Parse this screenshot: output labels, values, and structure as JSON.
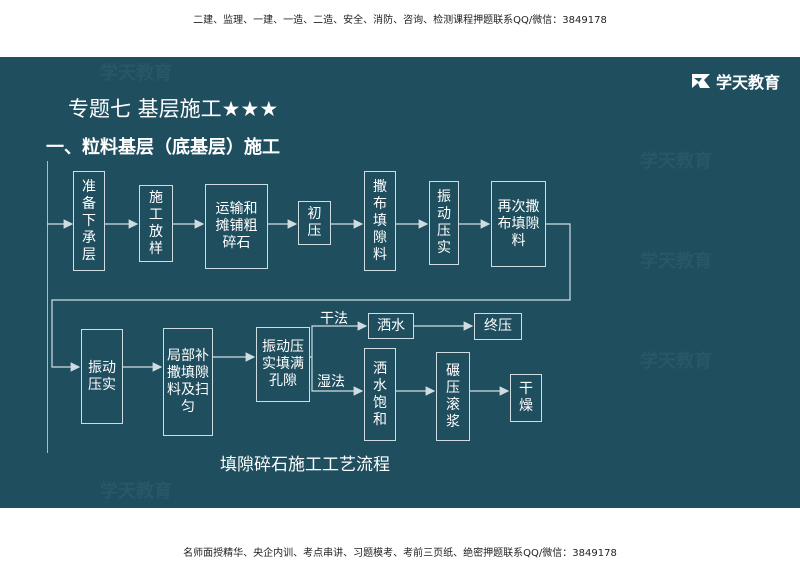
{
  "header_text": "二建、监理、一建、一造、二造、安全、消防、咨询、检测课程押题联系QQ/微信：3849178",
  "footer_text": "名师面授精华、央企内训、考点串讲、习题模考、考前三页纸、绝密押题联系QQ/微信：3849178",
  "logo_text": "学天教育",
  "watermark_text": "学天教育",
  "topic_title": "专题七  基层施工★★★",
  "section_title": "一、粒料基层（底基层）施工",
  "flow": {
    "n1": "准备下承层",
    "n2": "施工放样",
    "n3": "运输和摊铺粗碎石",
    "n4": "初压",
    "n5": "撒布填隙料",
    "n6": "振动压实",
    "n7": "再次撒布填隙料",
    "n8": "振动压实",
    "n9": "局部补撒填隙料及扫匀",
    "n10": "振动压实填满孔隙",
    "n11": "洒水",
    "n12": "终压",
    "n13": "洒水饱和",
    "n14": "碾压滚浆",
    "n15": "干燥",
    "label_dry": "干法",
    "label_wet": "湿法"
  },
  "caption": "填隙碎石施工工艺流程",
  "colors": {
    "slide_bg": "#1f4e5f",
    "line": "#cfdde2"
  }
}
